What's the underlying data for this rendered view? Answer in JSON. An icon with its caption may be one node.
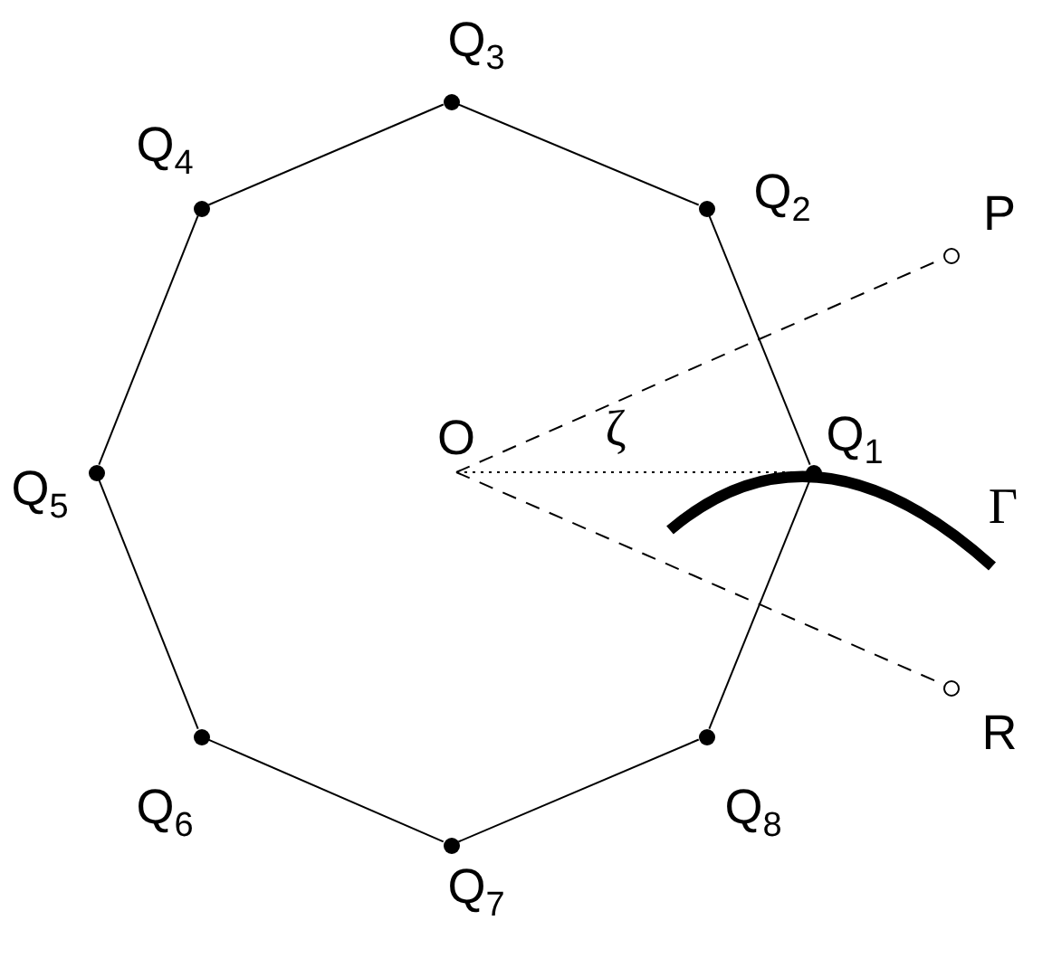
{
  "diagram": {
    "nodes": [
      {
        "text": [
          "O"
        ]
      },
      {
        "text": [],
        "shape": "circle",
        "beside": [
          "Q$_{1}$"
        ]
      },
      {
        "text": [],
        "shape": "circle",
        "beside": [
          "Q$_{2}$"
        ]
      },
      {
        "text": [],
        "shape": "circle",
        "beside": [
          "Q$_{3}$"
        ]
      },
      {
        "text": [],
        "shape": "circle",
        "beside": [
          "Q$_{4}$"
        ]
      },
      {
        "text": [],
        "shape": "circle",
        "beside": [
          "Q$_{5}$"
        ]
      },
      {
        "text": [],
        "shape": "circle",
        "beside": [
          "Q$_{6}$"
        ]
      },
      {
        "text": [],
        "shape": "circle",
        "beside": [
          "Q$_{7}$"
        ]
      },
      {
        "text": [],
        "shape": "circle",
        "beside": [
          "Q$_{8}$"
        ]
      },
      {
        "text": [],
        "shape": "circle",
        "beside": [
          "P"
        ]
      },
      {
        "text": [],
        "shape": "circle",
        "beside": [
          "R"
        ]
      }
    ],
    "edges": [
      {
        "from": 1,
        "to": 2,
        "arrow": "none"
      },
      {
        "from": 2,
        "to": 3,
        "arrow": "none"
      },
      {
        "from": 3,
        "to": 4,
        "arrow": "none"
      },
      {
        "from": 4,
        "to": 5,
        "arrow": "none"
      },
      {
        "from": 5,
        "to": 6,
        "arrow": "none"
      },
      {
        "from": 6,
        "to": 7,
        "arrow": "none"
      },
      {
        "from": 7,
        "to": 8,
        "arrow": "none"
      },
      {
        "from": 8,
        "to": 1,
        "arrow": "none"
      },
      {
        "from": 0,
        "to": 9,
        "arrow": "none",
        "style": "dashed"
      },
      {
        "from": 0,
        "to": 10,
        "arrow": "none",
        "style": "dashed"
      },
      {
        "from": 0,
        "to": 1,
        "arrow": "none",
        "style": "dashed"
      }
    ],
    "labels": [
      "ζ",
      "Γ"
    ]
  }
}
